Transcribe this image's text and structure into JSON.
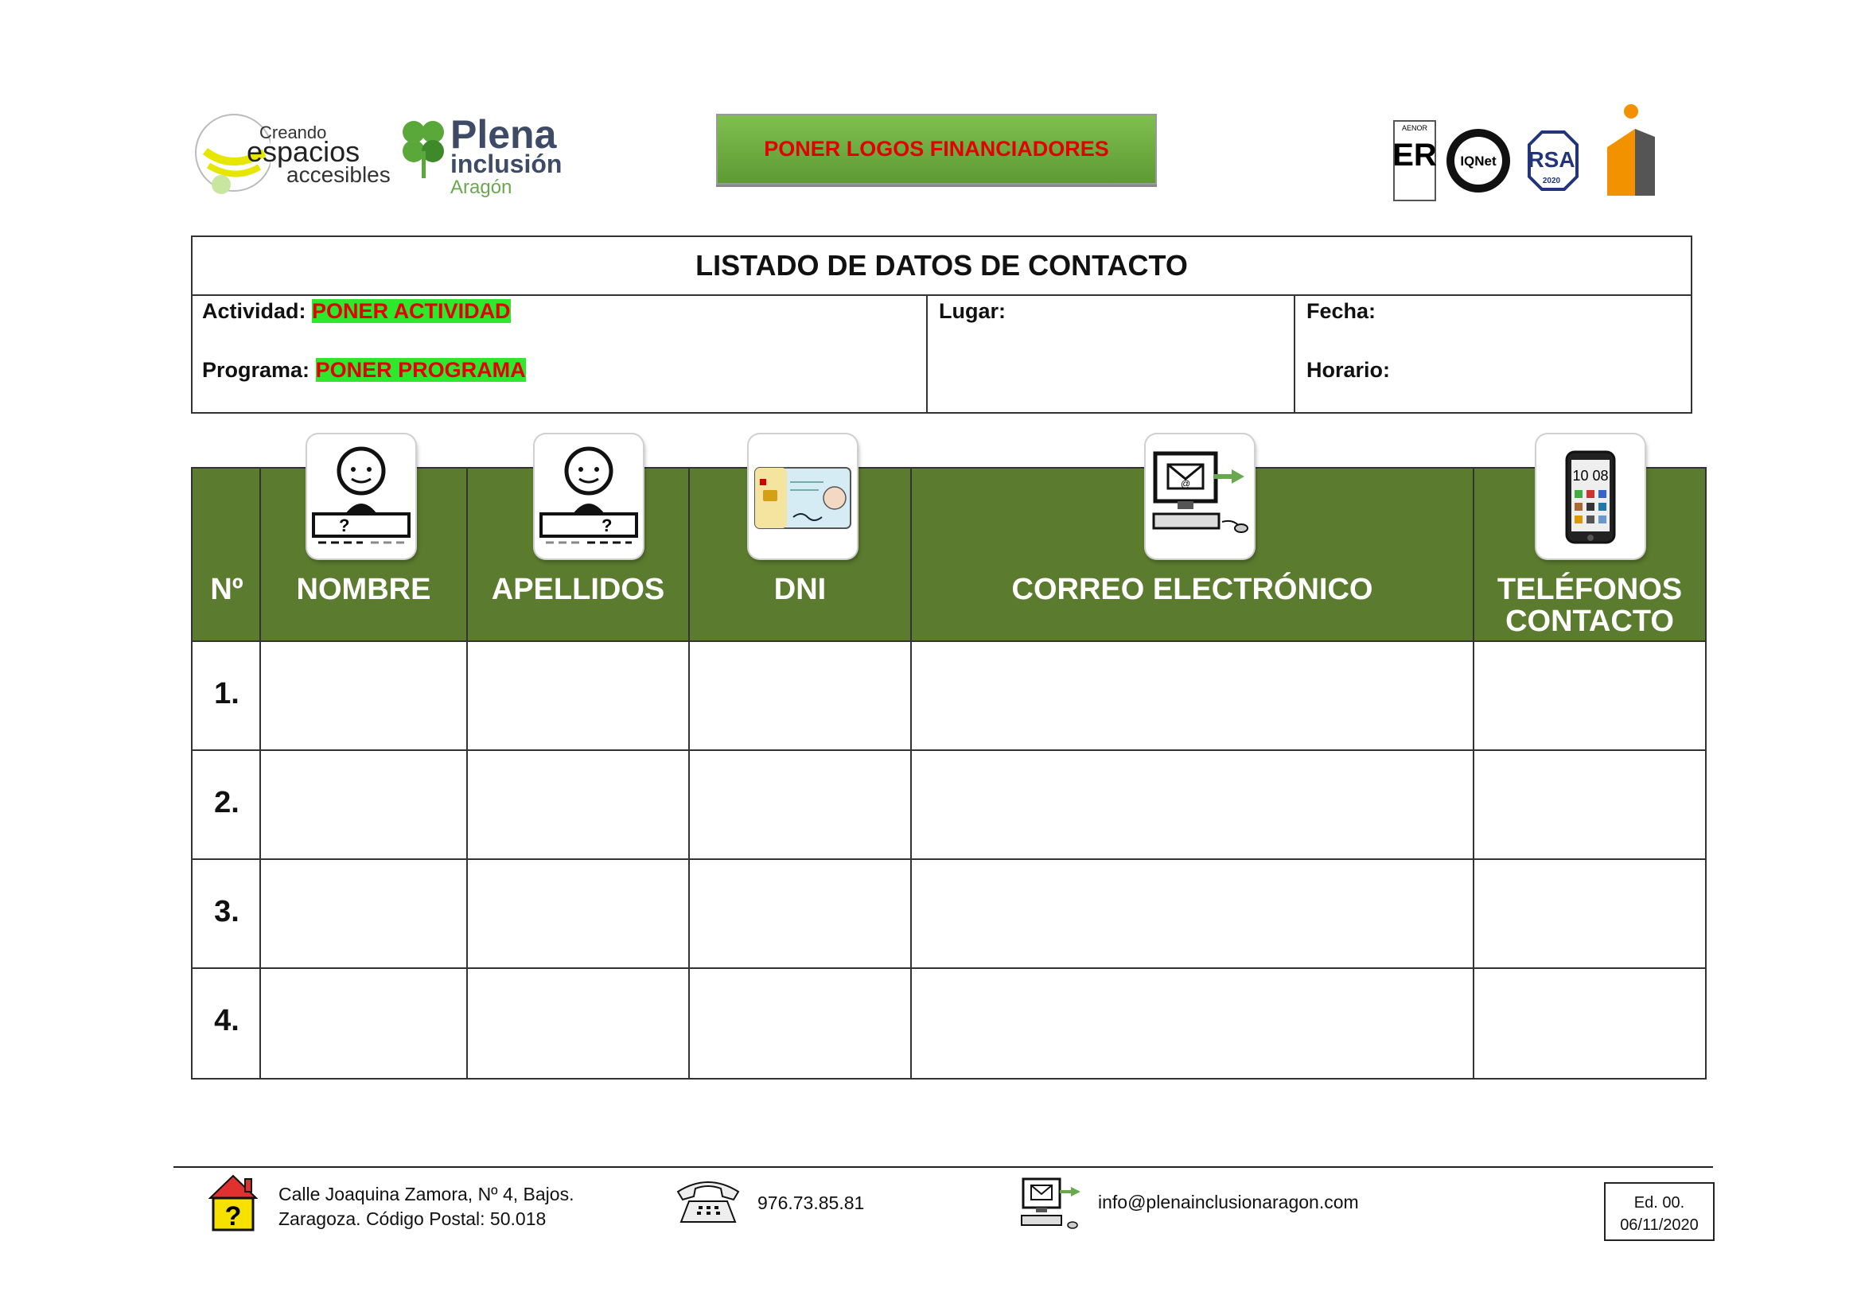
{
  "header": {
    "creando_logo": {
      "line1": "Creando",
      "line2": "espacios",
      "line3": "accesibles"
    },
    "plena_logo": {
      "line1": "Plena",
      "line2": "inclusión",
      "line3": "Aragón"
    },
    "funders_placeholder": "PONER LOGOS FINANCIADORES",
    "certifications": [
      {
        "name": "aenor-er-icon",
        "text": "ER",
        "caption": "AENOR"
      },
      {
        "name": "iqnet-icon",
        "text": "IQNet"
      },
      {
        "name": "rsa-icon",
        "text": "RSA",
        "caption": "2020"
      },
      {
        "name": "i-logo-icon"
      }
    ]
  },
  "info": {
    "title": "LISTADO DE DATOS DE CONTACTO",
    "actividad_label": "Actividad:",
    "actividad_value": "PONER ACTIVIDAD",
    "programa_label": "Programa:",
    "programa_value": "PONER PROGRAMA",
    "lugar_label": "Lugar:",
    "fecha_label": "Fecha:",
    "horario_label": "Horario:"
  },
  "table": {
    "columns": [
      {
        "key": "num",
        "label": "Nº",
        "icon": null
      },
      {
        "key": "nombre",
        "label": "NOMBRE",
        "icon": "person-name-icon"
      },
      {
        "key": "apellidos",
        "label": "APELLIDOS",
        "icon": "person-surname-icon"
      },
      {
        "key": "dni",
        "label": "DNI",
        "icon": "id-card-icon"
      },
      {
        "key": "correo",
        "label": "CORREO ELECTRÓNICO",
        "icon": "computer-email-icon"
      },
      {
        "key": "telefonos",
        "label": "TELÉFONOS CONTACTO",
        "icon": "smartphone-icon"
      }
    ],
    "rows": [
      "1.",
      "2.",
      "3.",
      "4."
    ],
    "header_color": "#5b7b2e"
  },
  "footer": {
    "address_line1": "Calle Joaquina Zamora, Nº 4, Bajos.",
    "address_line2": "Zaragoza. Código Postal: 50.018",
    "phone": "976.73.85.81",
    "email": "info@plenainclusionaragon.com",
    "edition": "Ed. 00.",
    "date": "06/11/2020"
  }
}
